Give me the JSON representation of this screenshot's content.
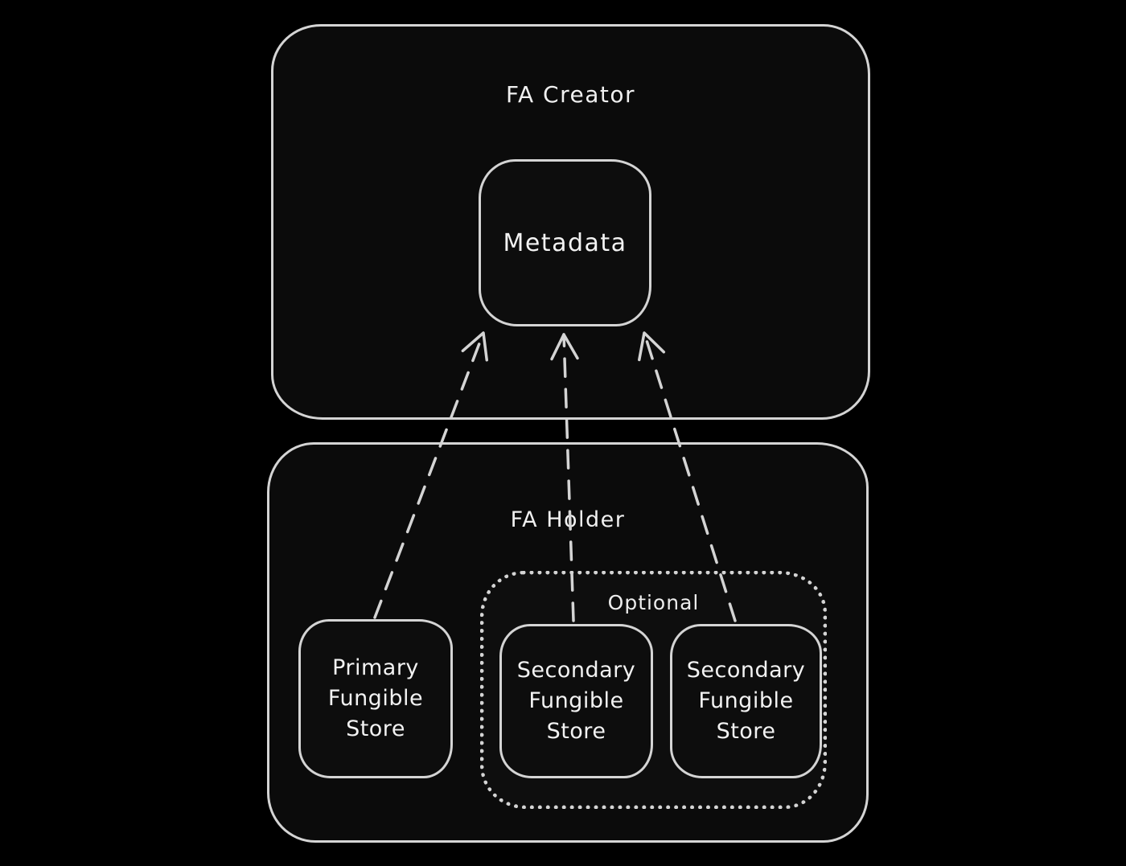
{
  "diagram": {
    "colors": {
      "background": "#000000",
      "stroke": "#d4d4d4",
      "text": "#ececec"
    },
    "fa_creator": {
      "label": "FA Creator"
    },
    "metadata": {
      "label": "Metadata"
    },
    "fa_holder": {
      "label": "FA Holder"
    },
    "optional_group": {
      "label": "Optional"
    },
    "stores": {
      "primary": {
        "label": "Primary Fungible Store"
      },
      "secondary_1": {
        "label": "Secondary Fungible Store"
      },
      "secondary_2": {
        "label": "Secondary Fungible Store"
      }
    },
    "connections": [
      {
        "from": "Primary Fungible Store",
        "to": "Metadata",
        "style": "dashed-arrow"
      },
      {
        "from": "Secondary Fungible Store (left)",
        "to": "Metadata",
        "style": "dashed-arrow"
      },
      {
        "from": "Secondary Fungible Store (right)",
        "to": "Metadata",
        "style": "dashed-arrow"
      }
    ]
  }
}
